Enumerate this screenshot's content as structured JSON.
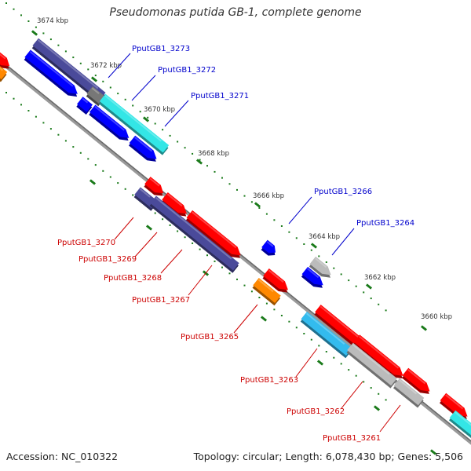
{
  "title": "Pseudomonas putida GB-1, complete genome",
  "footer": {
    "accession": "Accession: NC_010322",
    "summary": "Topology: circular; Length: 6,078,430 bp; Genes: 5,506"
  },
  "colors": {
    "backbone": "#808080",
    "tick": "#1a7a1a",
    "forward_label": "#0000cc",
    "reverse_label": "#cc0000",
    "red": "#ff0000",
    "blue": "#0000ff",
    "navy": "#4a4a9a",
    "cyan": "#33e6e6",
    "sky": "#33bbee",
    "gray": "#bbbbbb",
    "dark_gray": "#777777",
    "orange": "#ff8800"
  },
  "kbp_labels": [
    "3674 kbp",
    "3672 kbp",
    "3670 kbp",
    "3668 kbp",
    "3666 kbp",
    "3664 kbp",
    "3662 kbp",
    "3660 kbp"
  ],
  "forward_genes": [
    {
      "label": "PputGB1_3273",
      "color": "navy"
    },
    {
      "label": "PputGB1_3272",
      "color": "cyan"
    },
    {
      "label": "PputGB1_3271",
      "color": "blue"
    },
    {
      "label": "PputGB1_3266",
      "color": "blue"
    },
    {
      "label": "PputGB1_3264",
      "color": "gray"
    }
  ],
  "reverse_genes": [
    {
      "label": "PputGB1_3270",
      "color": "navy"
    },
    {
      "label": "PputGB1_3269",
      "color": "red"
    },
    {
      "label": "PputGB1_3268",
      "color": "navy"
    },
    {
      "label": "PputGB1_3267",
      "color": "red"
    },
    {
      "label": "PputGB1_3265",
      "color": "orange"
    },
    {
      "label": "PputGB1_3263",
      "color": "sky"
    },
    {
      "label": "PputGB1_3262",
      "color": "gray"
    },
    {
      "label": "PputGB1_3261",
      "color": "red"
    }
  ]
}
